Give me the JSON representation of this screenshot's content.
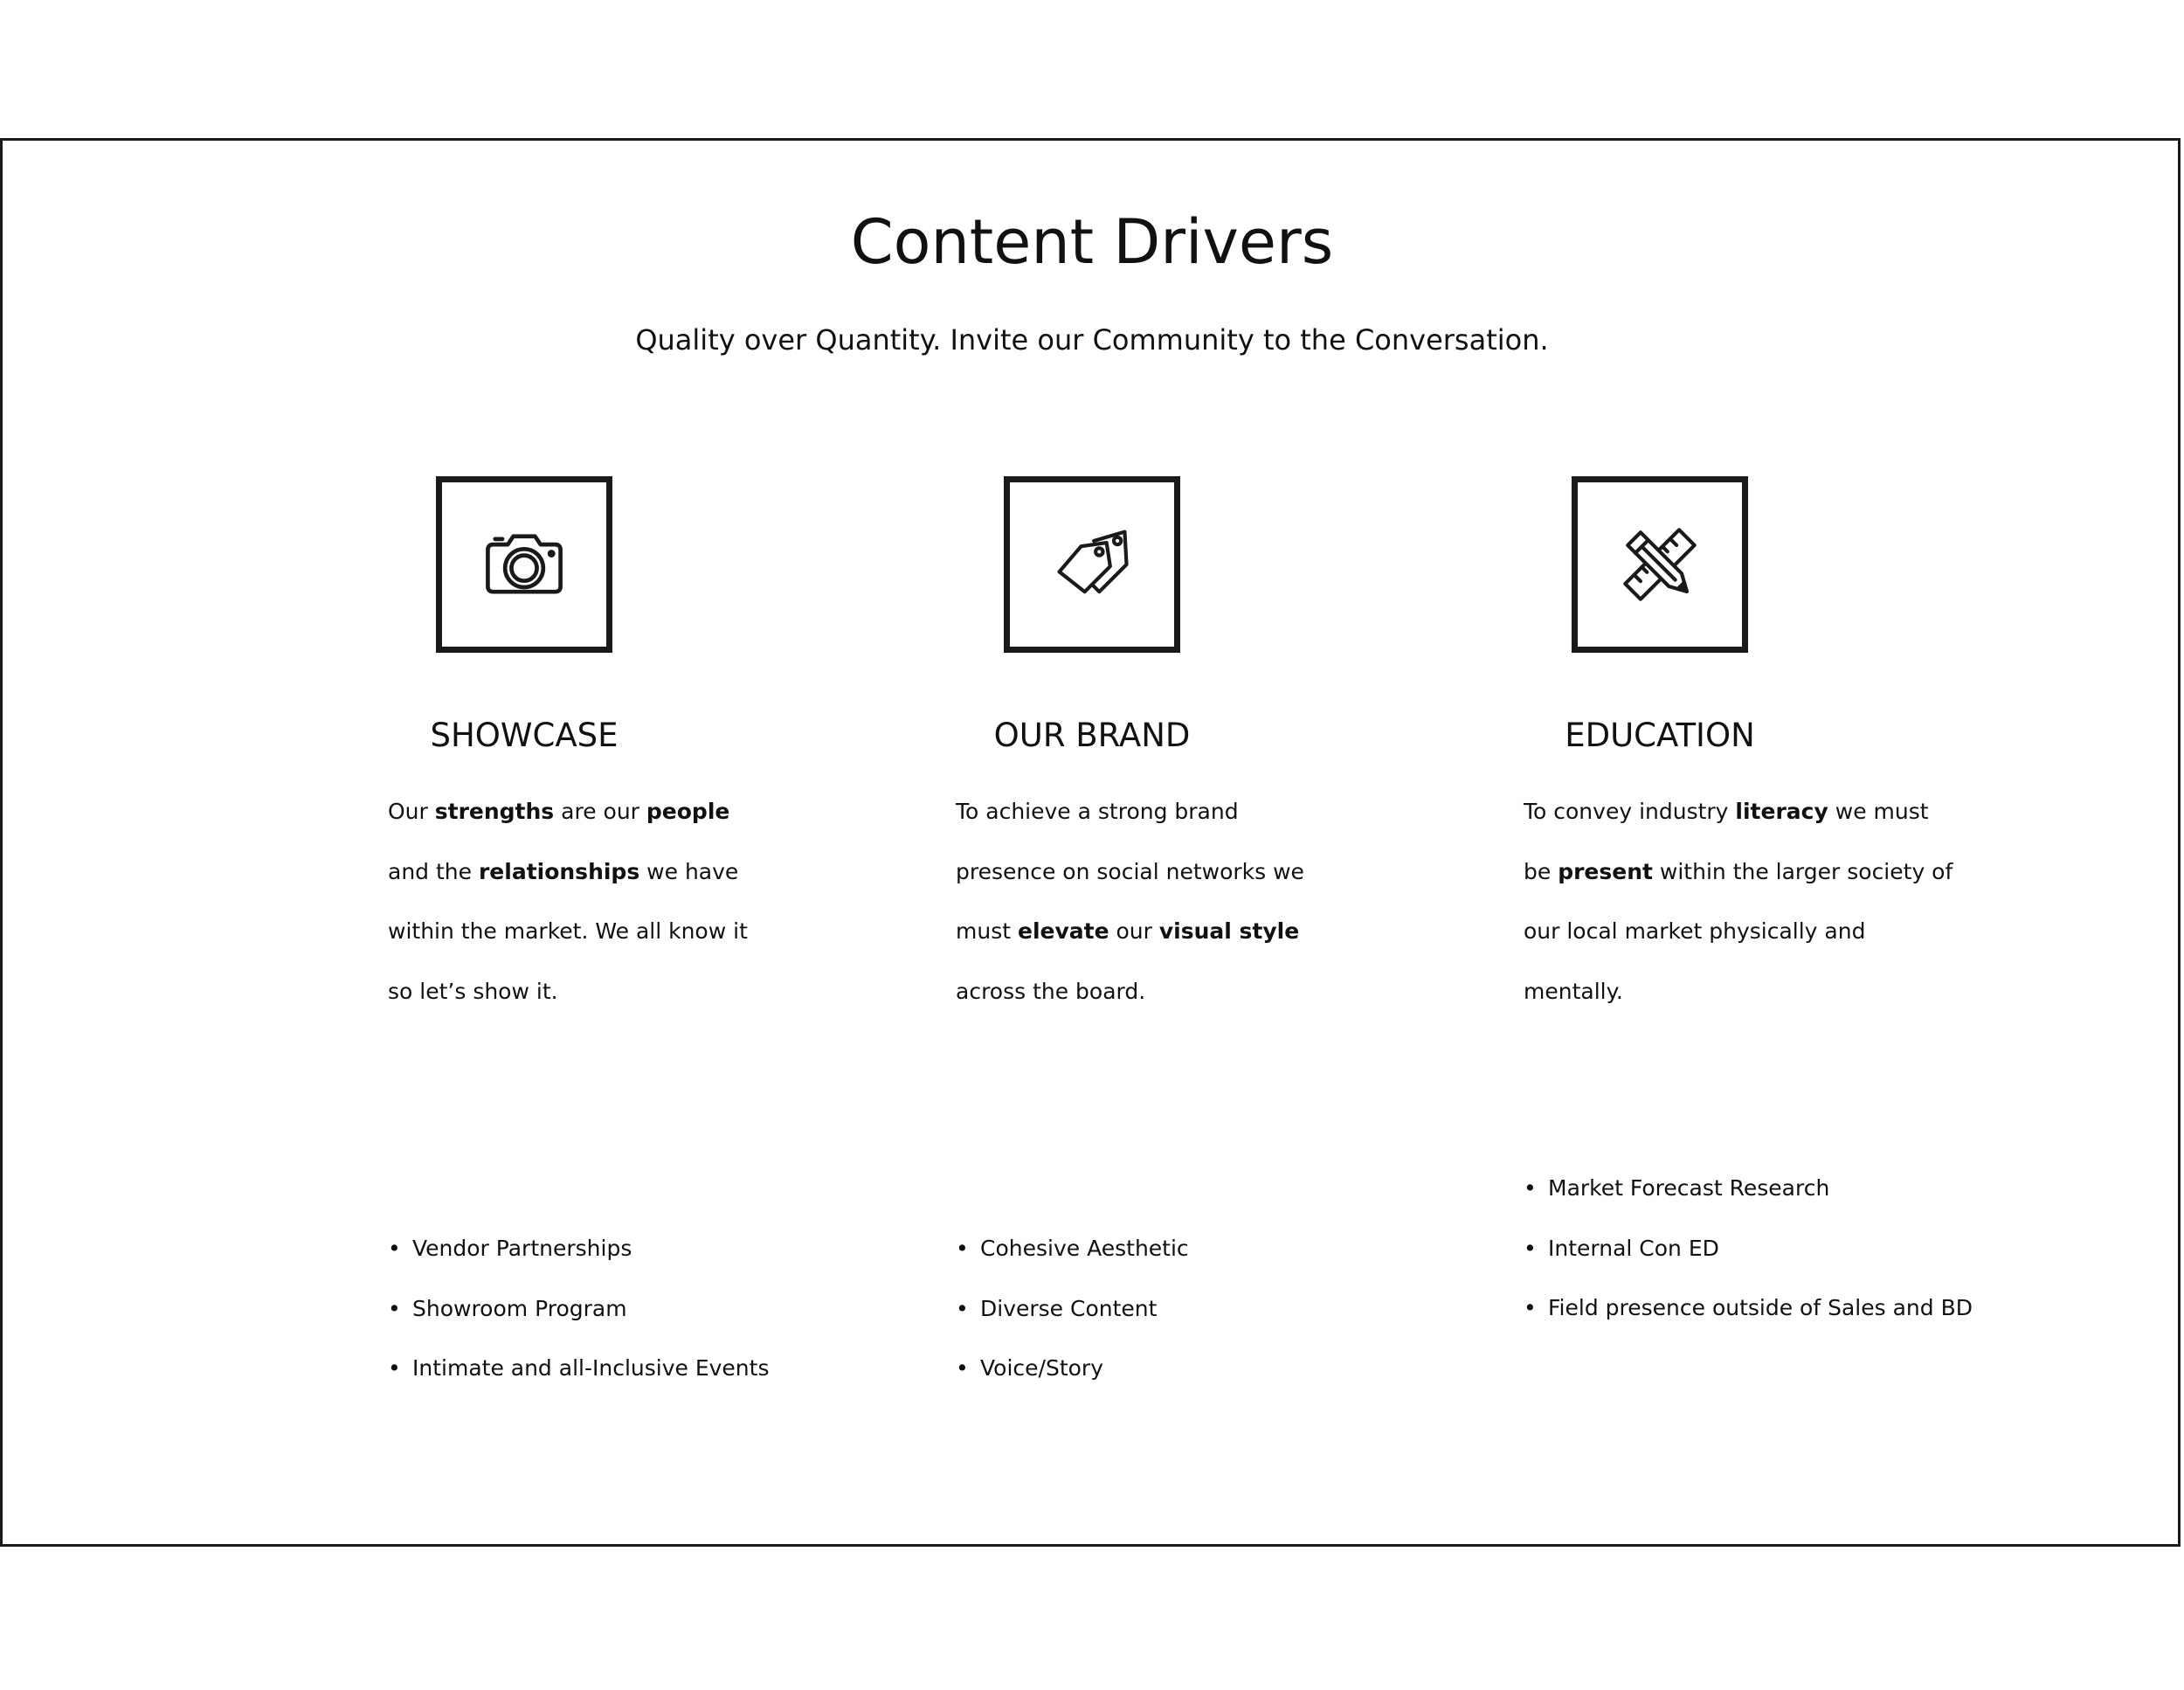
{
  "slide": {
    "title": "Content Drivers",
    "subtitle": "Quality over Quantity. Invite our Community to the Conversation."
  },
  "columns": [
    {
      "icon": "camera-icon",
      "heading": "SHOWCASE",
      "paragraph": [
        {
          "t": "Our ",
          "b": false
        },
        {
          "t": "strengths",
          "b": true
        },
        {
          "t": " are our ",
          "b": false
        },
        {
          "t": "people",
          "b": true
        },
        {
          "t": " and the ",
          "b": false
        },
        {
          "t": "relationships",
          "b": true
        },
        {
          "t": " we have within the market. We all know it so let’s show it.",
          "b": false
        }
      ],
      "bullets": [
        "Vendor Partnerships",
        "Showroom Program",
        "Intimate and all-Inclusive Events"
      ]
    },
    {
      "icon": "price-tags-icon",
      "heading": "OUR BRAND",
      "paragraph": [
        {
          "t": "To achieve a strong brand presence on social networks we must ",
          "b": false
        },
        {
          "t": "elevate",
          "b": true
        },
        {
          "t": " our ",
          "b": false
        },
        {
          "t": "visual style",
          "b": true
        },
        {
          "t": " across the board.",
          "b": false
        }
      ],
      "bullets": [
        "Cohesive Aesthetic",
        "Diverse Content",
        "Voice/Story"
      ]
    },
    {
      "icon": "pencil-ruler-icon",
      "heading": "EDUCATION",
      "paragraph": [
        {
          "t": "To convey industry ",
          "b": false
        },
        {
          "t": "literacy",
          "b": true
        },
        {
          "t": " we must be ",
          "b": false
        },
        {
          "t": "present",
          "b": true
        },
        {
          "t": " within the larger society of our local market physically and mentally.",
          "b": false
        }
      ],
      "bullets": [
        "Market Forecast Research",
        "Internal Con ED",
        "Field presence outside of Sales and BD"
      ]
    }
  ],
  "bullet_glyph": "•",
  "colors": {
    "border": "#1a1a1a",
    "text": "#111111",
    "background": "#ffffff"
  }
}
